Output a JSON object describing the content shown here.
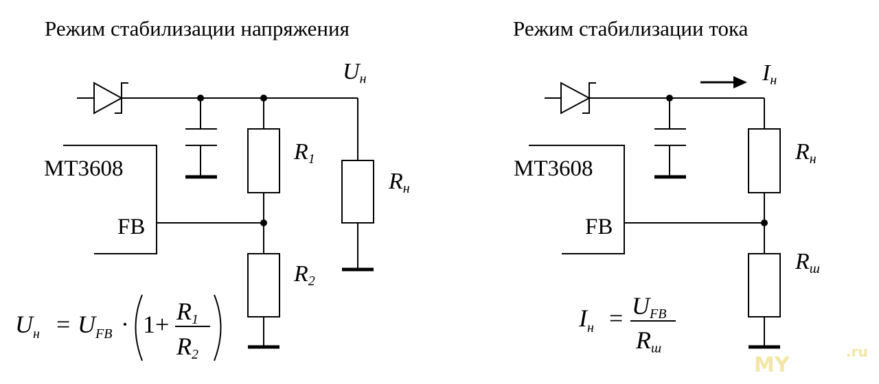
{
  "left": {
    "title": "Режим стабилизации напряжения",
    "chip": "MT3608",
    "pin": "FB",
    "node_label": {
      "main": "U",
      "sub": "н"
    },
    "r1": {
      "main": "R",
      "sub": "1"
    },
    "r2": {
      "main": "R",
      "sub": "2"
    },
    "rload": {
      "main": "R",
      "sub": "н"
    },
    "formula": {
      "lhs_main": "U",
      "lhs_sub": "н",
      "eq": "=",
      "ufb_main": "U",
      "ufb_sub": "FB",
      "dot": "·",
      "one_plus": "1+",
      "num_main": "R",
      "num_sub": "1",
      "den_main": "R",
      "den_sub": "2"
    }
  },
  "right": {
    "title": "Режим стабилизации тока",
    "chip": "MT3608",
    "pin": "FB",
    "current_label": {
      "main": "I",
      "sub": "н"
    },
    "rload": {
      "main": "R",
      "sub": "н"
    },
    "rshunt": {
      "main": "R",
      "sub": "ш"
    },
    "formula": {
      "lhs_main": "I",
      "lhs_sub": "н",
      "eq": "=",
      "num_main": "U",
      "num_sub": "FB",
      "den_main": "R",
      "den_sub": "ш"
    }
  },
  "watermark": {
    "main": "MY",
    "suffix": ".ru"
  }
}
